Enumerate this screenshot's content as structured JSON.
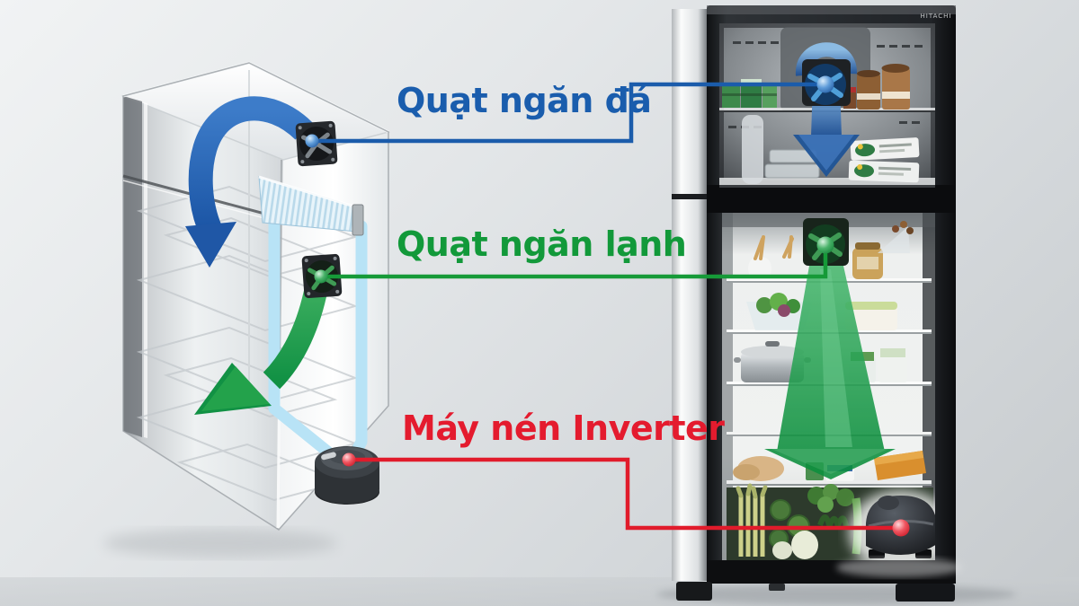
{
  "labels": {
    "freezer_fan": {
      "text": "Quạt ngăn đá",
      "color": "#1a5dad"
    },
    "cooling_fan": {
      "text": "Quạt ngăn lạnh",
      "color": "#12993a"
    },
    "compressor": {
      "text": "Máy nén Inverter",
      "color": "#e41b2e"
    }
  },
  "brand": "HITACHI",
  "palette": {
    "connector_blue": "#1b5cab",
    "connector_green": "#169a38",
    "connector_red": "#e11b2b",
    "airflow_blue": "#2e6cbe",
    "airflow_green": "#23a24b",
    "pipe_blue": "#b8e3f6",
    "background": "#dfe2e5"
  }
}
